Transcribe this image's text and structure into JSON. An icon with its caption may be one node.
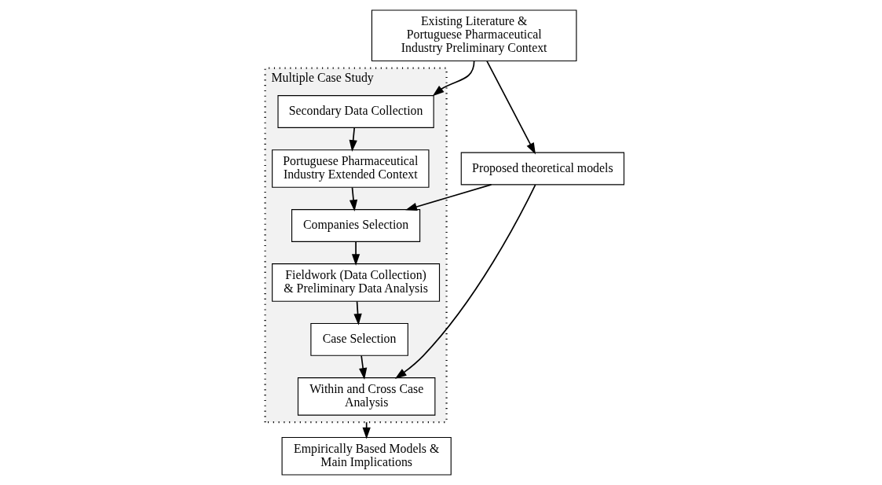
{
  "diagram": {
    "nodes": [
      {
        "text": [
          "Existing Literature & Portuguese Pharmaceutical Industry Preliminary Context"
        ]
      },
      {
        "text": [
          "Multiple Case Study"
        ]
      },
      {
        "text": [
          "Secondary Data Collection"
        ],
        "in": 1
      },
      {
        "text": [
          "Portuguese Pharmaceutical Industry Extended Context"
        ],
        "in": 1
      },
      {
        "text": [
          "Proposed theoretical models"
        ]
      },
      {
        "text": [
          "Companies Selection"
        ],
        "in": 1
      },
      {
        "text": [
          "Fieldwork (Data Collection) & Preliminary Data Analysis"
        ],
        "in": 1
      },
      {
        "text": [
          "Case Selection"
        ],
        "in": 1
      },
      {
        "text": [
          "Within and Cross Case Analysis"
        ],
        "in": 1
      },
      {
        "text": [
          "Empirically Based Models & Main Implications"
        ]
      }
    ],
    "edges": [
      {
        "from": 0,
        "to": 2,
        "arrow": "to"
      },
      {
        "from": 0,
        "to": 4,
        "arrow": "to"
      },
      {
        "from": 2,
        "to": 3,
        "arrow": "to"
      },
      {
        "from": 3,
        "to": 5,
        "arrow": "to"
      },
      {
        "from": 4,
        "to": 5,
        "arrow": "to"
      },
      {
        "from": 5,
        "to": 6,
        "arrow": "to"
      },
      {
        "from": 6,
        "to": 7,
        "arrow": "to"
      },
      {
        "from": 7,
        "to": 8,
        "arrow": "to"
      },
      {
        "from": 4,
        "to": 8,
        "arrow": "to"
      },
      {
        "from": 1,
        "to": 9,
        "arrow": "to"
      }
    ]
  }
}
